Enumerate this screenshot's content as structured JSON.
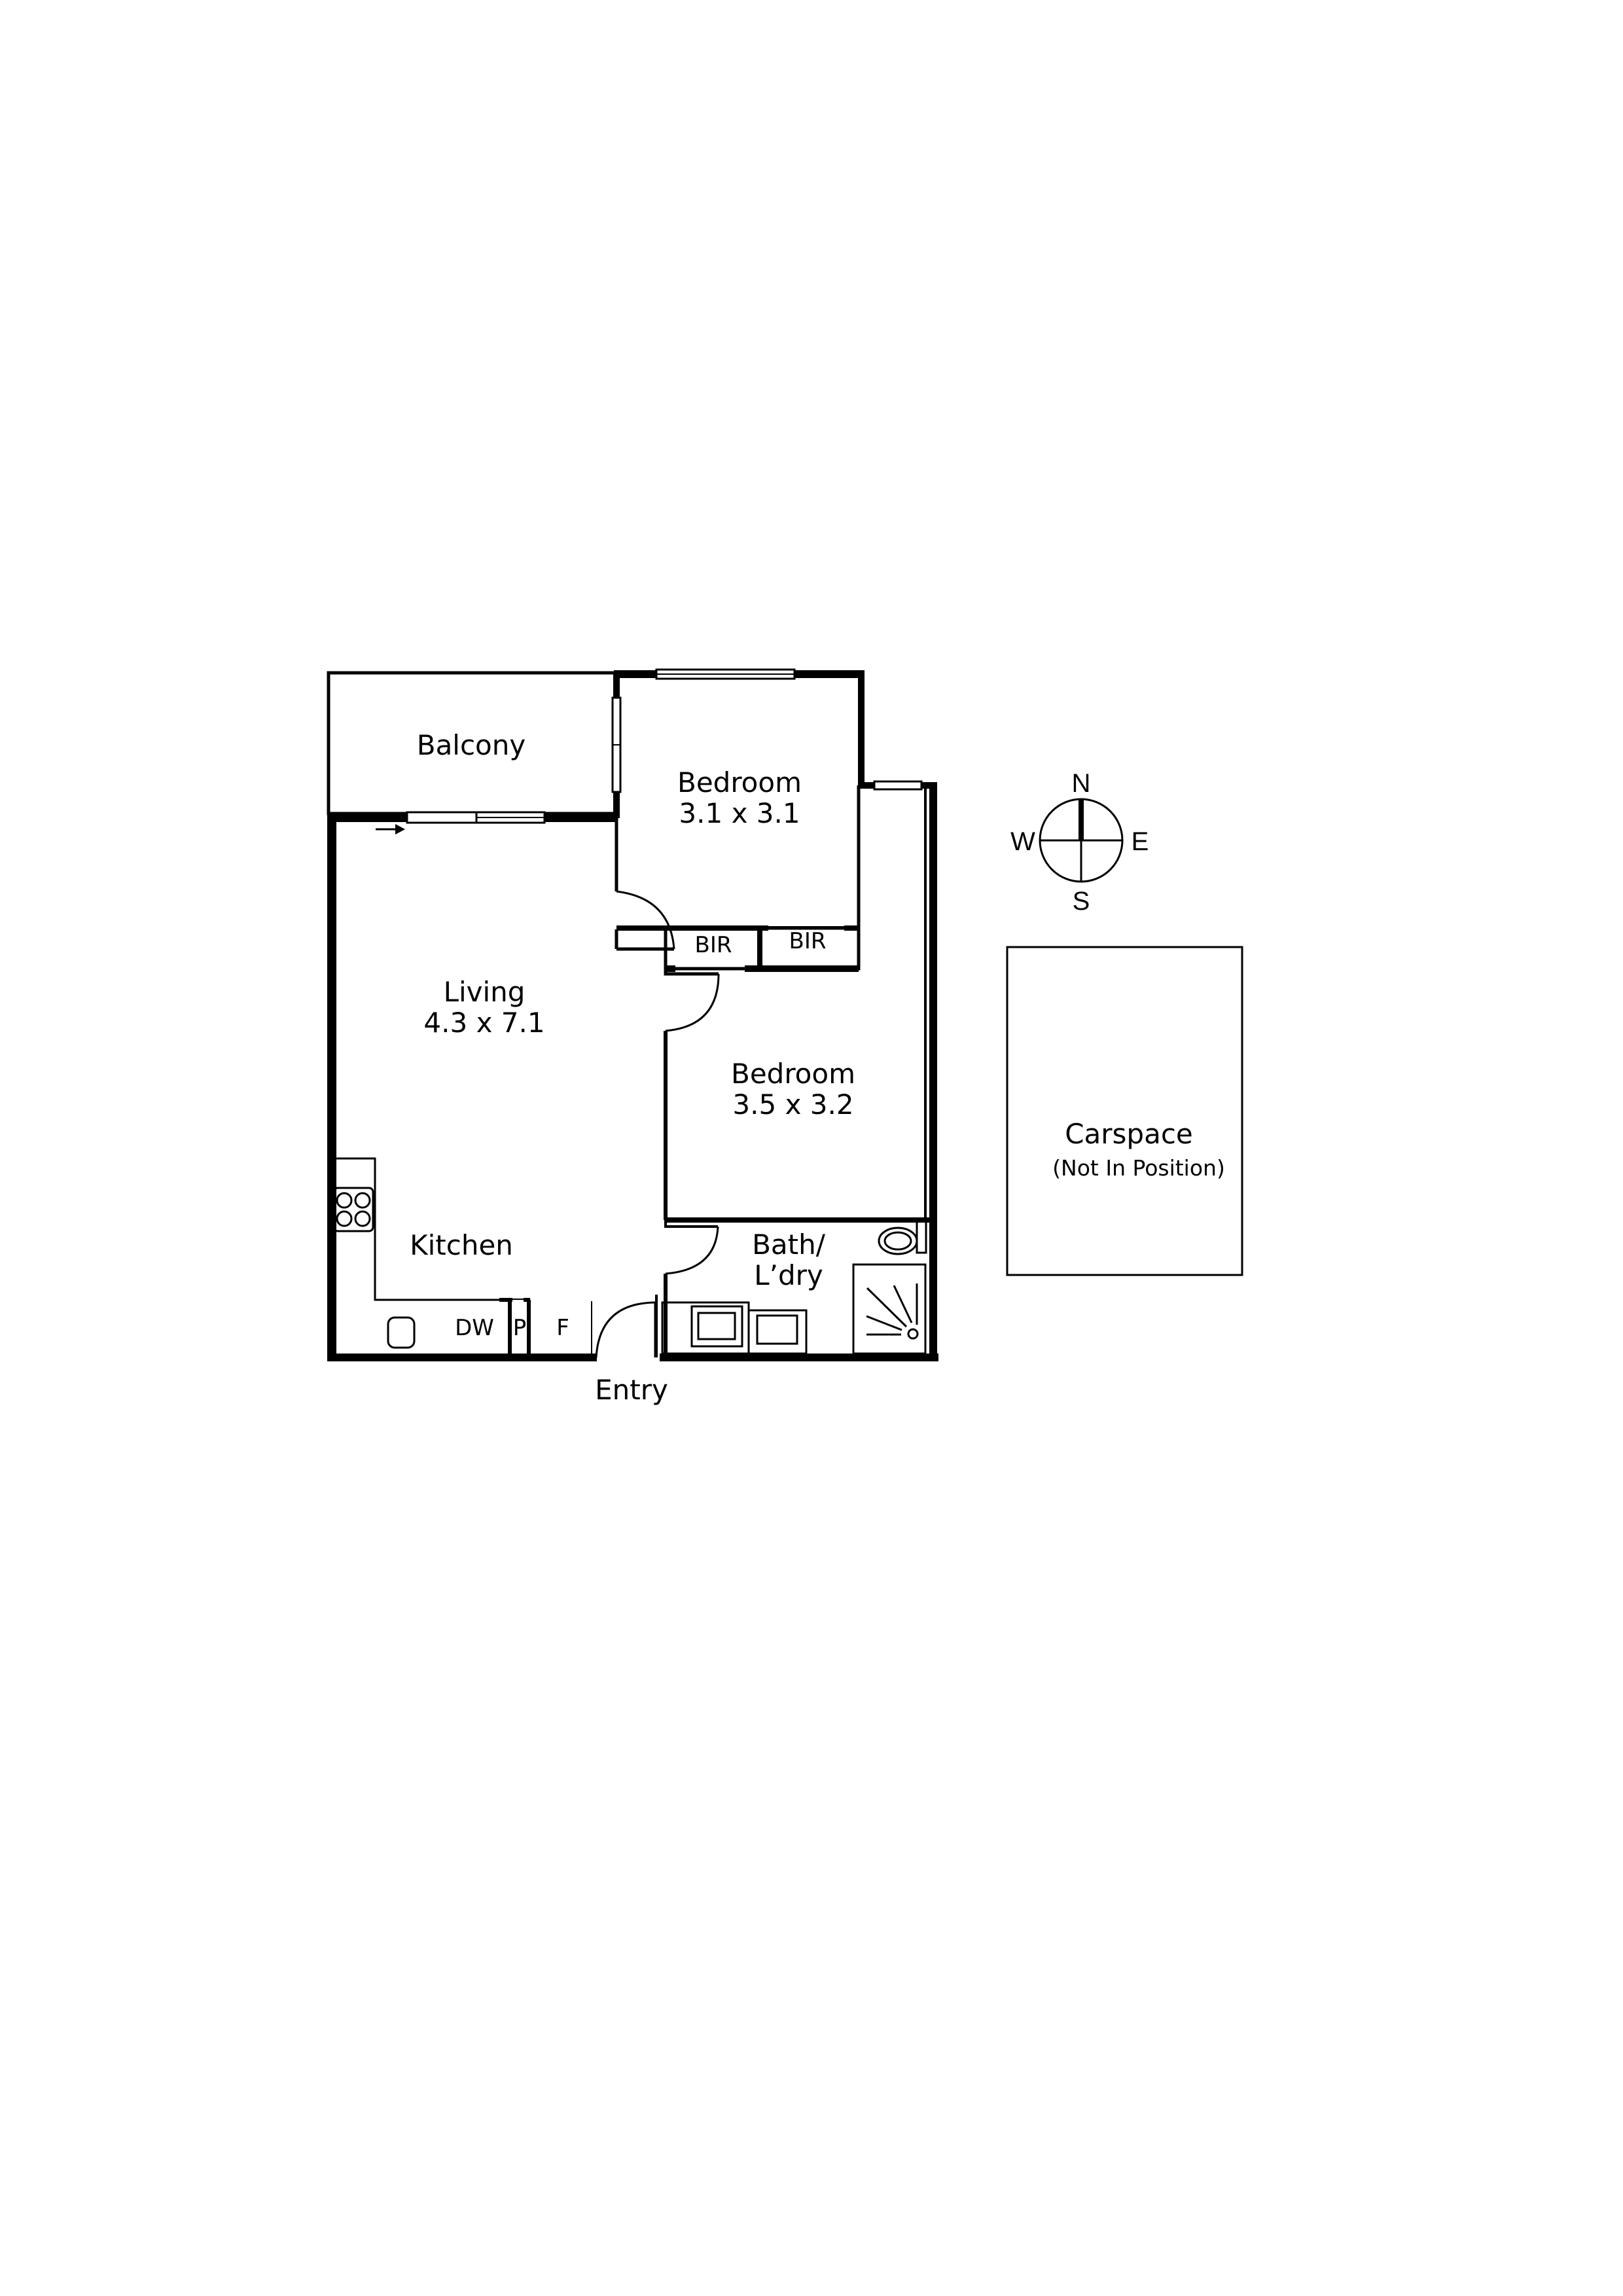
{
  "floorplan": {
    "rooms": [
      {
        "id": "balcony",
        "name": "Balcony",
        "dims": ""
      },
      {
        "id": "bedroom1",
        "name": "Bedroom",
        "dims": "3.1 x 3.1"
      },
      {
        "id": "living",
        "name": "Living",
        "dims": "4.3 x 7.1"
      },
      {
        "id": "bedroom2",
        "name": "Bedroom",
        "dims": "3.5 x 3.2"
      },
      {
        "id": "kitchen",
        "name": "Kitchen",
        "dims": ""
      },
      {
        "id": "bath",
        "name": "Bath/",
        "name2": "L’dry",
        "dims": ""
      }
    ],
    "fixtures": {
      "bir1": "BIR",
      "bir2": "BIR",
      "dw": "DW",
      "pantry": "P",
      "fridge": "F"
    },
    "entry_label": "Entry",
    "carspace": {
      "name": "Carspace",
      "note": "(Not In Position)"
    },
    "compass": {
      "n": "N",
      "s": "S",
      "e": "E",
      "w": "W"
    },
    "colors": {
      "line": "#000000",
      "background": "#ffffff"
    }
  }
}
